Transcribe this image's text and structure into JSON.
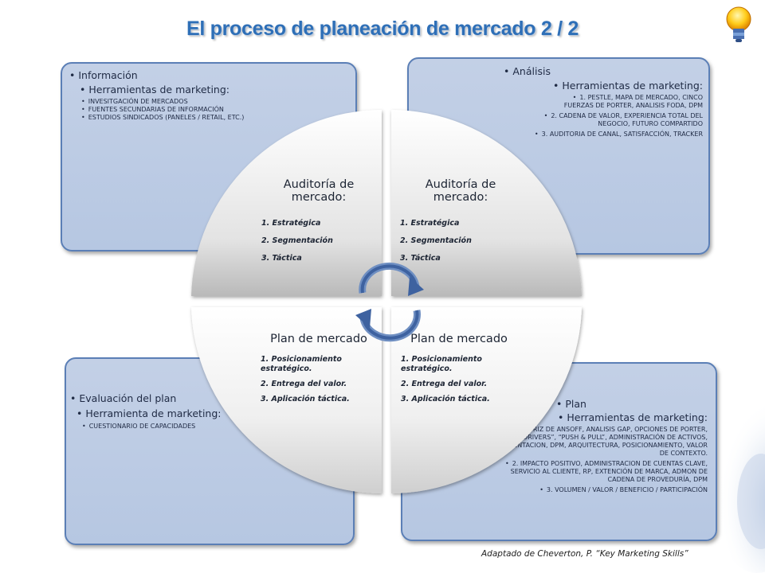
{
  "title": "El proceso de planeación de mercado 2 / 2",
  "credit": "Adaptado de Cheverton, P. “Key Marketing Skills”",
  "panels": {
    "tl": {
      "heading": "Información",
      "sub": "Herramientas de marketing:",
      "items": [
        "INVESITGACIÓN DE MERCADOS",
        "FUENTES SECUNDARIAS DE INFORMACIÓN",
        "ESTUDIOS SINDICADOS (PANELES / RETAIL, ETC.)"
      ]
    },
    "tr": {
      "heading": "Análisis",
      "sub": "Herramientas de marketing:",
      "items": [
        "1. PESTLE, MAPA DE MERCADO, CINCO FUERZAS DE PORTER, ANALISIS FODA, DPM",
        "2. CADENA DE VALOR, EXPERIENCIA TOTAL DEL NEGOCIO, FUTURO COMPARTIDO",
        "3. AUDITORIA DE CANAL, SATISFACCIÓN, TRACKER"
      ]
    },
    "bl": {
      "heading": "Evaluación del plan",
      "sub": "Herramienta de marketing:",
      "items": [
        "CUESTIONARIO DE CAPACIDADES"
      ]
    },
    "br": {
      "heading": "Plan",
      "sub": "Herramientas de marketing:",
      "items": [
        "1. MATRIZ DE ANSOFF, ANALISIS GAP, OPCIONES DE PORTER, “VALUE DRIVERS”, “PUSH & PULL”, ADMINISTRACIÓN DE ACTIVOS, SEGMENTACION, DPM, ARQUITECTURA, POSICIONAMIENTO, VALOR DE CONTEXTO.",
        "2. IMPACTO POSITIVO, ADMINISTRACION DE CUENTAS CLAVE, SERVICIO AL CLIENTE, RP, EXTENCIÓN DE MARCA, ADMON DE CADENA DE PROVEDURÍA, DPM",
        "3. VOLUMEN / VALOR / BENEFICIO / PARTICIPACIÓN"
      ]
    }
  },
  "quadrants": {
    "tl": {
      "label": "Auditoría de mercado:",
      "items": [
        "1. Estratégica",
        "2. Segmentación",
        "3. Táctica"
      ]
    },
    "tr": {
      "label": "Auditoría de mercado:",
      "items": [
        "1. Estratégica",
        "2. Segmentación",
        "3. Táctica"
      ]
    },
    "bl": {
      "label": "Plan de mercado",
      "items": [
        "1. Posicionamiento estratégico.",
        "2. Entrega del valor.",
        "3. Aplicación táctica."
      ]
    },
    "br": {
      "label": "Plan de mercado",
      "items": [
        "1. Posicionamiento estratégico.",
        "2. Entrega del valor.",
        "3. Aplicación táctica."
      ]
    }
  },
  "colors": {
    "title": "#2e6fb7",
    "panel_fill": "#b8c8e3",
    "panel_border": "#5b7fb6",
    "quadrant_fill": "#e6e6e6",
    "arrow": "#4a6fa5"
  },
  "icons": [
    "lightbulb-icon",
    "cycle-arrow-icon"
  ]
}
